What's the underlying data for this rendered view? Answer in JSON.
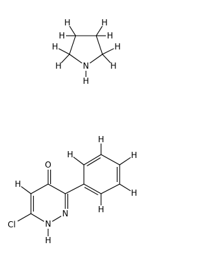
{
  "molecules": [
    {
      "id": "pyrrolidine",
      "atoms": [
        {
          "id": "n1",
          "label": "N"
        },
        {
          "id": "c2"
        },
        {
          "id": "c3"
        },
        {
          "id": "c4"
        },
        {
          "id": "c5"
        },
        {
          "id": "hn",
          "label": "H"
        },
        {
          "id": "h2a",
          "label": "H"
        },
        {
          "id": "h2b",
          "label": "H"
        },
        {
          "id": "h3a",
          "label": "H"
        },
        {
          "id": "h3b",
          "label": "H"
        },
        {
          "id": "h4a",
          "label": "H"
        },
        {
          "id": "h4b",
          "label": "H"
        },
        {
          "id": "h5a",
          "label": "H"
        },
        {
          "id": "h5b",
          "label": "H"
        }
      ],
      "bonds": [
        {
          "from": "n1",
          "to": "c2",
          "order": 1
        },
        {
          "from": "c2",
          "to": "c3",
          "order": 1
        },
        {
          "from": "c3",
          "to": "c4",
          "order": 1
        },
        {
          "from": "c4",
          "to": "c5",
          "order": 1
        },
        {
          "from": "c5",
          "to": "n1",
          "order": 1
        },
        {
          "from": "n1",
          "to": "hn",
          "order": 1
        },
        {
          "from": "c2",
          "to": "h2a",
          "order": 1
        },
        {
          "from": "c2",
          "to": "h2b",
          "order": 1
        },
        {
          "from": "c3",
          "to": "h3a",
          "order": 1
        },
        {
          "from": "c3",
          "to": "h3b",
          "order": 1
        },
        {
          "from": "c4",
          "to": "h4a",
          "order": 1
        },
        {
          "from": "c4",
          "to": "h4b",
          "order": 1
        },
        {
          "from": "c5",
          "to": "h5a",
          "order": 1
        },
        {
          "from": "c5",
          "to": "h5b",
          "order": 1
        }
      ]
    },
    {
      "id": "chloro-phenyl-pyridazinone",
      "atoms": [
        {
          "id": "o",
          "label": "O"
        },
        {
          "id": "c4"
        },
        {
          "id": "c5"
        },
        {
          "id": "h5",
          "label": "H"
        },
        {
          "id": "c6"
        },
        {
          "id": "cl",
          "label": "Cl"
        },
        {
          "id": "n1",
          "label": "N"
        },
        {
          "id": "h1",
          "label": "H"
        },
        {
          "id": "n2",
          "label": "N"
        },
        {
          "id": "c3"
        },
        {
          "id": "p1"
        },
        {
          "id": "p2"
        },
        {
          "id": "p3"
        },
        {
          "id": "p4"
        },
        {
          "id": "p5"
        },
        {
          "id": "p6"
        },
        {
          "id": "hp2",
          "label": "H"
        },
        {
          "id": "hp3",
          "label": "H"
        },
        {
          "id": "hp4",
          "label": "H"
        },
        {
          "id": "hp5",
          "label": "H"
        },
        {
          "id": "hp6",
          "label": "H"
        }
      ],
      "bonds": [
        {
          "from": "c4",
          "to": "o",
          "order": 2
        },
        {
          "from": "c4",
          "to": "c5",
          "order": 1
        },
        {
          "from": "c5",
          "to": "c6",
          "order": 2
        },
        {
          "from": "c5",
          "to": "h5",
          "order": 1
        },
        {
          "from": "c6",
          "to": "cl",
          "order": 1
        },
        {
          "from": "c6",
          "to": "n1",
          "order": 1
        },
        {
          "from": "n1",
          "to": "h1",
          "order": 1
        },
        {
          "from": "n1",
          "to": "n2",
          "order": 1
        },
        {
          "from": "n2",
          "to": "c3",
          "order": 2
        },
        {
          "from": "c3",
          "to": "c4",
          "order": 1
        },
        {
          "from": "c3",
          "to": "p1",
          "order": 1
        },
        {
          "from": "p1",
          "to": "p2",
          "order": 2
        },
        {
          "from": "p2",
          "to": "p3",
          "order": 1
        },
        {
          "from": "p3",
          "to": "p4",
          "order": 2
        },
        {
          "from": "p4",
          "to": "p5",
          "order": 1
        },
        {
          "from": "p5",
          "to": "p6",
          "order": 2
        },
        {
          "from": "p6",
          "to": "p1",
          "order": 1
        },
        {
          "from": "p2",
          "to": "hp2",
          "order": 1
        },
        {
          "from": "p3",
          "to": "hp3",
          "order": 1
        },
        {
          "from": "p4",
          "to": "hp4",
          "order": 1
        },
        {
          "from": "p5",
          "to": "hp5",
          "order": 1
        },
        {
          "from": "p6",
          "to": "hp6",
          "order": 1
        }
      ]
    }
  ]
}
